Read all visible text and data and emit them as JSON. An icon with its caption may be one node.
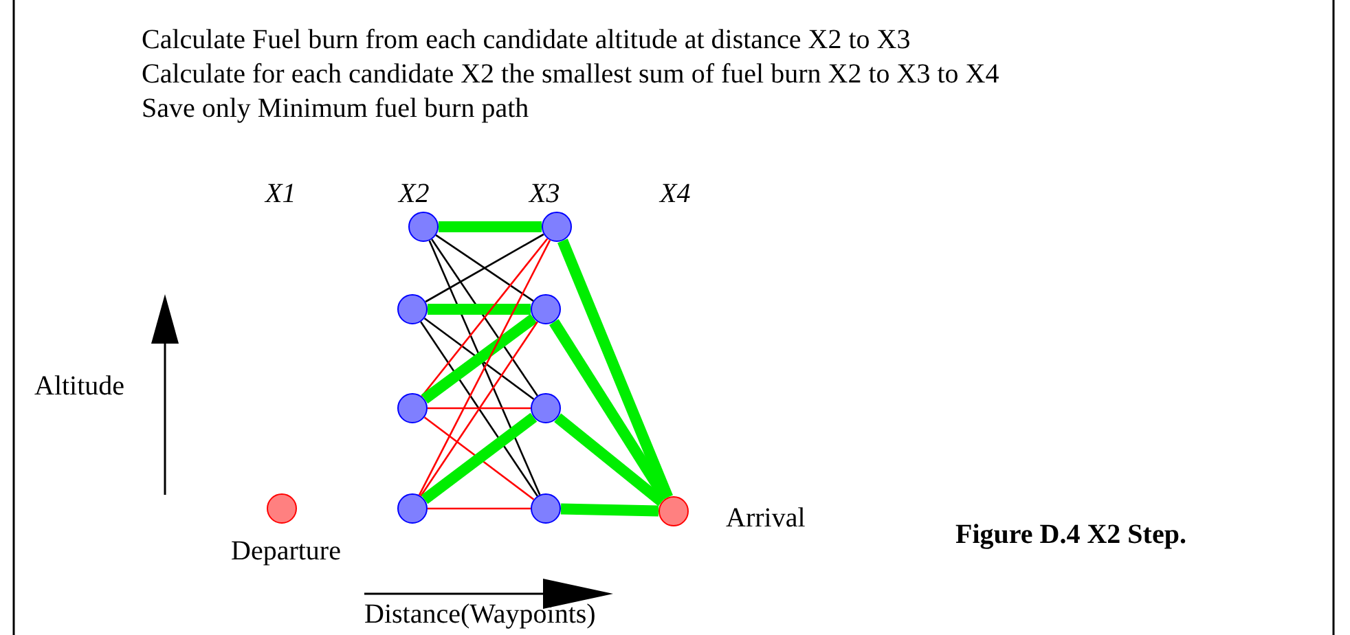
{
  "diagram": {
    "caption": "Figure D.4  X2 Step.",
    "nodes": [
      {
        "text": [],
        "shape": "circle",
        "beside": [
          "Departure"
        ]
      },
      {
        "text": [],
        "shape": "circle"
      },
      {
        "text": [],
        "shape": "circle"
      },
      {
        "text": [],
        "shape": "circle"
      },
      {
        "text": [],
        "shape": "circle"
      },
      {
        "text": [],
        "shape": "circle"
      },
      {
        "text": [],
        "shape": "circle"
      },
      {
        "text": [],
        "shape": "circle"
      },
      {
        "text": [],
        "shape": "circle"
      },
      {
        "text": [],
        "shape": "circle",
        "beside": [
          "Arrival"
        ]
      }
    ],
    "edges": [
      {
        "from": 1,
        "to": 5,
        "arrow": "none",
        "style": "thick"
      },
      {
        "from": 1,
        "to": 6,
        "arrow": "none",
        "color": "#000000"
      },
      {
        "from": 1,
        "to": 7,
        "arrow": "none",
        "color": "#000000"
      },
      {
        "from": 1,
        "to": 8,
        "arrow": "none",
        "color": "#000000"
      },
      {
        "from": 2,
        "to": 5,
        "arrow": "none",
        "color": "#000000"
      },
      {
        "from": 2,
        "to": 6,
        "arrow": "none",
        "style": "thick"
      },
      {
        "from": 2,
        "to": 7,
        "arrow": "none",
        "color": "#000000"
      },
      {
        "from": 2,
        "to": 8,
        "arrow": "none",
        "color": "#000000"
      },
      {
        "from": 3,
        "to": 5,
        "arrow": "none",
        "color": "#ff0000"
      },
      {
        "from": 3,
        "to": 6,
        "arrow": "none",
        "style": "thick"
      },
      {
        "from": 3,
        "to": 7,
        "arrow": "none",
        "color": "#ff0000"
      },
      {
        "from": 3,
        "to": 8,
        "arrow": "none",
        "color": "#ff0000"
      },
      {
        "from": 4,
        "to": 5,
        "arrow": "none",
        "color": "#ff0000"
      },
      {
        "from": 4,
        "to": 6,
        "arrow": "none",
        "color": "#ff0000"
      },
      {
        "from": 4,
        "to": 7,
        "arrow": "none",
        "style": "thick"
      },
      {
        "from": 4,
        "to": 8,
        "arrow": "none",
        "color": "#ff0000"
      },
      {
        "from": 5,
        "to": 9,
        "arrow": "none",
        "style": "thick"
      },
      {
        "from": 6,
        "to": 9,
        "arrow": "none",
        "style": "thick"
      },
      {
        "from": 7,
        "to": 9,
        "arrow": "none",
        "style": "thick"
      },
      {
        "from": 8,
        "to": 9,
        "arrow": "none",
        "style": "thick"
      }
    ],
    "labels": [
      "Calculate Fuel burn from each candidate altitude at distance X2 to X3",
      "Calculate for each candidate X2 the smallest sum of fuel burn X2 to X3 to X4",
      "Save only Minimum fuel burn path",
      "X1",
      "X2",
      "X3",
      "X4",
      "Altitude",
      "Distance(Waypoints)"
    ]
  }
}
